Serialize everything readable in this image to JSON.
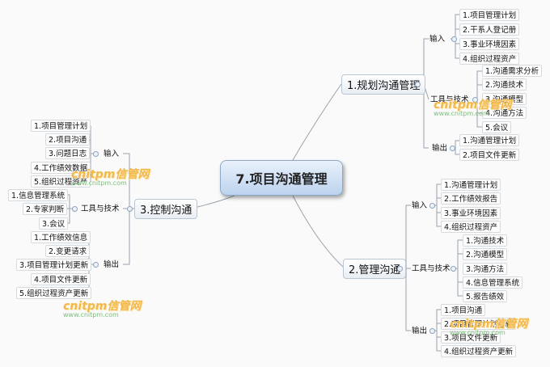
{
  "center": {
    "label": "7.项目沟通管理"
  },
  "plan": {
    "title": "1.规划沟通管理",
    "input": {
      "label": "输入",
      "items": [
        "1.项目管理计划",
        "2.干系人登记册",
        "3.事业环境因素",
        "4.组织过程资产"
      ]
    },
    "tools": {
      "label": "工具与技术",
      "items": [
        "1.沟通需求分析",
        "2.沟通技术",
        "3.沟通模型",
        "4.沟通方法",
        "5.会议"
      ]
    },
    "output": {
      "label": "输出",
      "items": [
        "1.沟通管理计划",
        "2.项目文件更新"
      ]
    }
  },
  "manage": {
    "title": "2.管理沟通",
    "input": {
      "label": "输入",
      "items": [
        "1.沟通管理计划",
        "2.工作绩效报告",
        "3.事业环境因素",
        "4.组织过程资产"
      ]
    },
    "tools": {
      "label": "工具与技术",
      "items": [
        "1.沟通技术",
        "2.沟通模型",
        "3.沟通方法",
        "4.信息管理系统",
        "5.报告绩效"
      ]
    },
    "output": {
      "label": "输出",
      "items": [
        "1.项目沟通",
        "2.项目管理计划更新",
        "3.项目文件更新",
        "4.组织过程资产更新"
      ]
    }
  },
  "control": {
    "title": "3.控制沟通",
    "input": {
      "label": "输入",
      "items": [
        "1.项目管理计划",
        "2.项目沟通",
        "3.问题日志",
        "4.工作绩效数据",
        "5.组织过程资产"
      ]
    },
    "tools": {
      "label": "工具与技术",
      "items": [
        "1.信息管理系统",
        "2.专家判断",
        "3.会议"
      ]
    },
    "output": {
      "label": "输出",
      "items": [
        "1.工作绩效信息",
        "2.变更请求",
        "3.项目管理计划更新",
        "4.项目文件更新",
        "5.组织过程资产更新"
      ]
    }
  },
  "watermarks": [
    {
      "brand": "cnitpm信管网",
      "url": "www.cnitpm.com"
    },
    {
      "brand": "cnitpm信管网",
      "url": "www.cnitpm.com"
    },
    {
      "brand": "cnitpm信管网",
      "url": "www.cnitpm.com"
    },
    {
      "brand": "cnitpm信管网",
      "url": "www.cnitpm.com"
    }
  ]
}
